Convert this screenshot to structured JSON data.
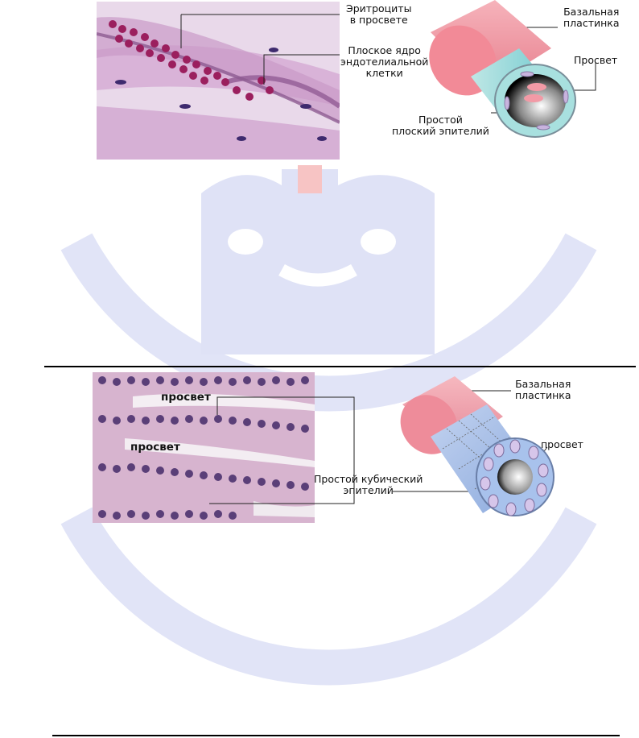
{
  "top_panel": {
    "labels": {
      "erythrocytes": "Эритроциты\nв просвете",
      "flat_nucleus": "Плоское ядро\nэндотелиальной\nклетки",
      "basal_lamina": "Базальная\nпластинка",
      "lumen": "Просвет",
      "simple_squamous": "Простой\nплоский эпителий"
    }
  },
  "bottom_panel": {
    "labels": {
      "lumen_1": "просвет",
      "lumen_2": "просвет",
      "basal_lamina": "Базальная\nпластинка",
      "lumen_diagram": "просвет",
      "simple_cuboidal": "Простой кубический\nэпителий"
    }
  },
  "colors": {
    "watermark": "#dfe2f6",
    "squamous_outer": "#f19ba6",
    "squamous_inner": "#8fd6d8",
    "cuboidal_outer": "#f3a3ad",
    "cuboidal_inner": "#a9c2ea"
  }
}
